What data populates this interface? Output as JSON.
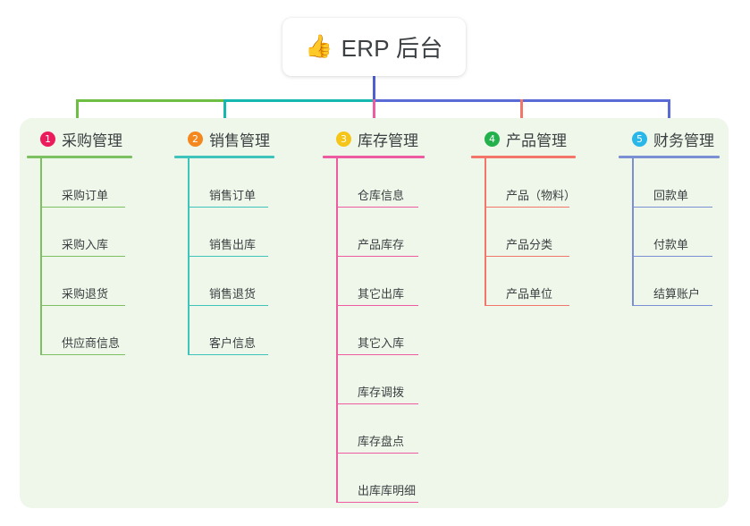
{
  "root": {
    "icon": "thumbs-up-icon",
    "icon_glyph": "👍",
    "title": "ERP 后台"
  },
  "colors": {
    "panel_bg": "#eef7e9",
    "page_bg": "#ffffff",
    "text": "#3c4043",
    "root_stem": "#4e5fd0",
    "trunk_left_green": "#6fbe44",
    "trunk_mid_teal": "#14b8ae",
    "trunk_right_blue": "#5b6bd6"
  },
  "columns": [
    {
      "number": "1",
      "title": "采购管理",
      "badge_color": "#ec1c5c",
      "line_color": "#7cc061",
      "drop_color": "#6fbe44",
      "items": [
        {
          "label": "采购订单"
        },
        {
          "label": "采购入库"
        },
        {
          "label": "采购退货"
        },
        {
          "label": "供应商信息"
        }
      ]
    },
    {
      "number": "2",
      "title": "销售管理",
      "badge_color": "#f5871f",
      "line_color": "#3fc4bb",
      "drop_color": "#14b8ae",
      "items": [
        {
          "label": "销售订单"
        },
        {
          "label": "销售出库"
        },
        {
          "label": "销售退货"
        },
        {
          "label": "客户信息"
        }
      ]
    },
    {
      "number": "3",
      "title": "库存管理",
      "badge_color": "#f5c518",
      "line_color": "#ef5ba1",
      "drop_color": "#ef5ba1",
      "items": [
        {
          "label": "仓库信息"
        },
        {
          "label": "产品库存"
        },
        {
          "label": "其它出库"
        },
        {
          "label": "其它入库"
        },
        {
          "label": "库存调拨"
        },
        {
          "label": "库存盘点"
        },
        {
          "label": "出库库明细"
        }
      ]
    },
    {
      "number": "4",
      "title": "产品管理",
      "badge_color": "#22b14c",
      "line_color": "#f4766b",
      "drop_color": "#f4766b",
      "items": [
        {
          "label": "产品（物料）"
        },
        {
          "label": "产品分类"
        },
        {
          "label": "产品单位"
        }
      ]
    },
    {
      "number": "5",
      "title": "财务管理",
      "badge_color": "#29b6e8",
      "line_color": "#7b8fd4",
      "drop_color": "#5b6bd6",
      "items": [
        {
          "label": "回款单"
        },
        {
          "label": "付款单"
        },
        {
          "label": "结算账户"
        }
      ]
    }
  ]
}
